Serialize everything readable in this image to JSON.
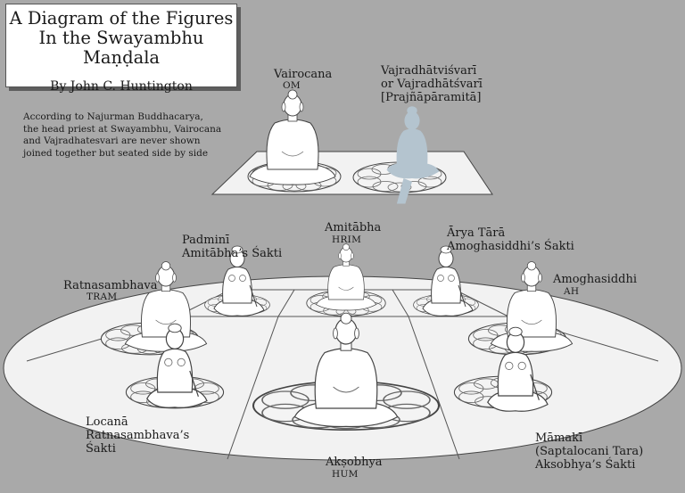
{
  "title": {
    "line1": "A Diagram of the Figures",
    "line2": "In the Swayambhu Maṇḍala",
    "author": "By John C. Huntington"
  },
  "note": [
    "According to Najurman Buddhacarya,",
    "the head priest at Swayambhu, Vairocana",
    "and Vajradhatesvari are never shown",
    "joined together but seated side by side"
  ],
  "figures": {
    "vairocana": {
      "name": "Vairocana",
      "syllable": "OM"
    },
    "vajradhatvisvari": {
      "lines": [
        "Vajradhātviśvarī",
        "or Vajradhātśvarī",
        "[Prajñāpāramitā]"
      ]
    },
    "amitabha": {
      "name": "Amitābha",
      "syllable": "HRIM"
    },
    "padmini": {
      "lines": [
        "Padminī",
        "Amitābha’s Śakti"
      ]
    },
    "arya_tara": {
      "lines": [
        "Ārya Tārā",
        "Amoghasiddhi’s Śakti"
      ]
    },
    "amoghasiddhi": {
      "name": "Amoghasiddhi",
      "syllable": "AH"
    },
    "ratnasambhava": {
      "name": "Ratnasambhava",
      "syllable": "TRAM"
    },
    "locana": {
      "lines": [
        "Locanā",
        "Ratnasambhava’s",
        "Śakti"
      ]
    },
    "aksobhya": {
      "name": "Akṣobhya",
      "syllable": "HUM"
    },
    "mamaki": {
      "lines": [
        "Māmakī",
        "(Saptalocani Tara)",
        "Aksobhya’s Śakti"
      ]
    }
  },
  "colors": {
    "background": "#a9a9a9",
    "platform": "#f2f2f2",
    "figure_fill": "#ffffff",
    "ghost_figure": "#b4c4cf",
    "line": "#444444"
  }
}
